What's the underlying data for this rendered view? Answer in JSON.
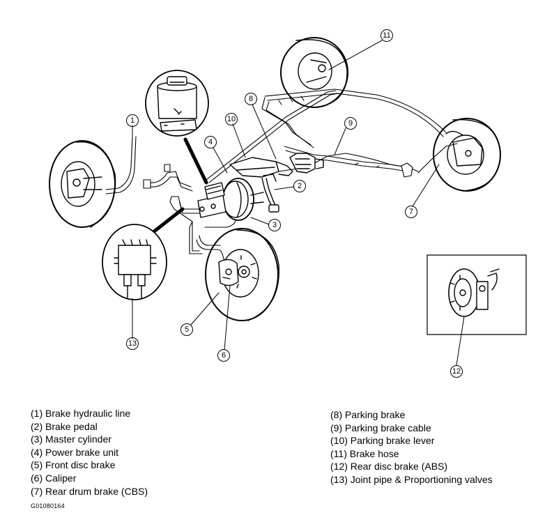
{
  "callouts": [
    "1",
    "2",
    "3",
    "4",
    "5",
    "6",
    "7",
    "8",
    "9",
    "10",
    "11",
    "12",
    "13"
  ],
  "legend": {
    "left": [
      "(1) Brake hydraulic line",
      "(2) Brake pedal",
      "(3) Master cylinder",
      "(4) Power brake unit",
      "(5) Front disc brake",
      "(6) Caliper",
      "(7) Rear drum brake (CBS)"
    ],
    "right": [
      "(8) Parking brake",
      "(9) Parking brake cable",
      "(10) Parking brake lever",
      "(11) Brake hose",
      "(12) Rear disc brake (ABS)",
      "(13) Joint pipe & Proportioning valves"
    ]
  },
  "figure_code": "G01080164",
  "colors": {
    "ink": "#000000",
    "paper": "#ffffff"
  }
}
